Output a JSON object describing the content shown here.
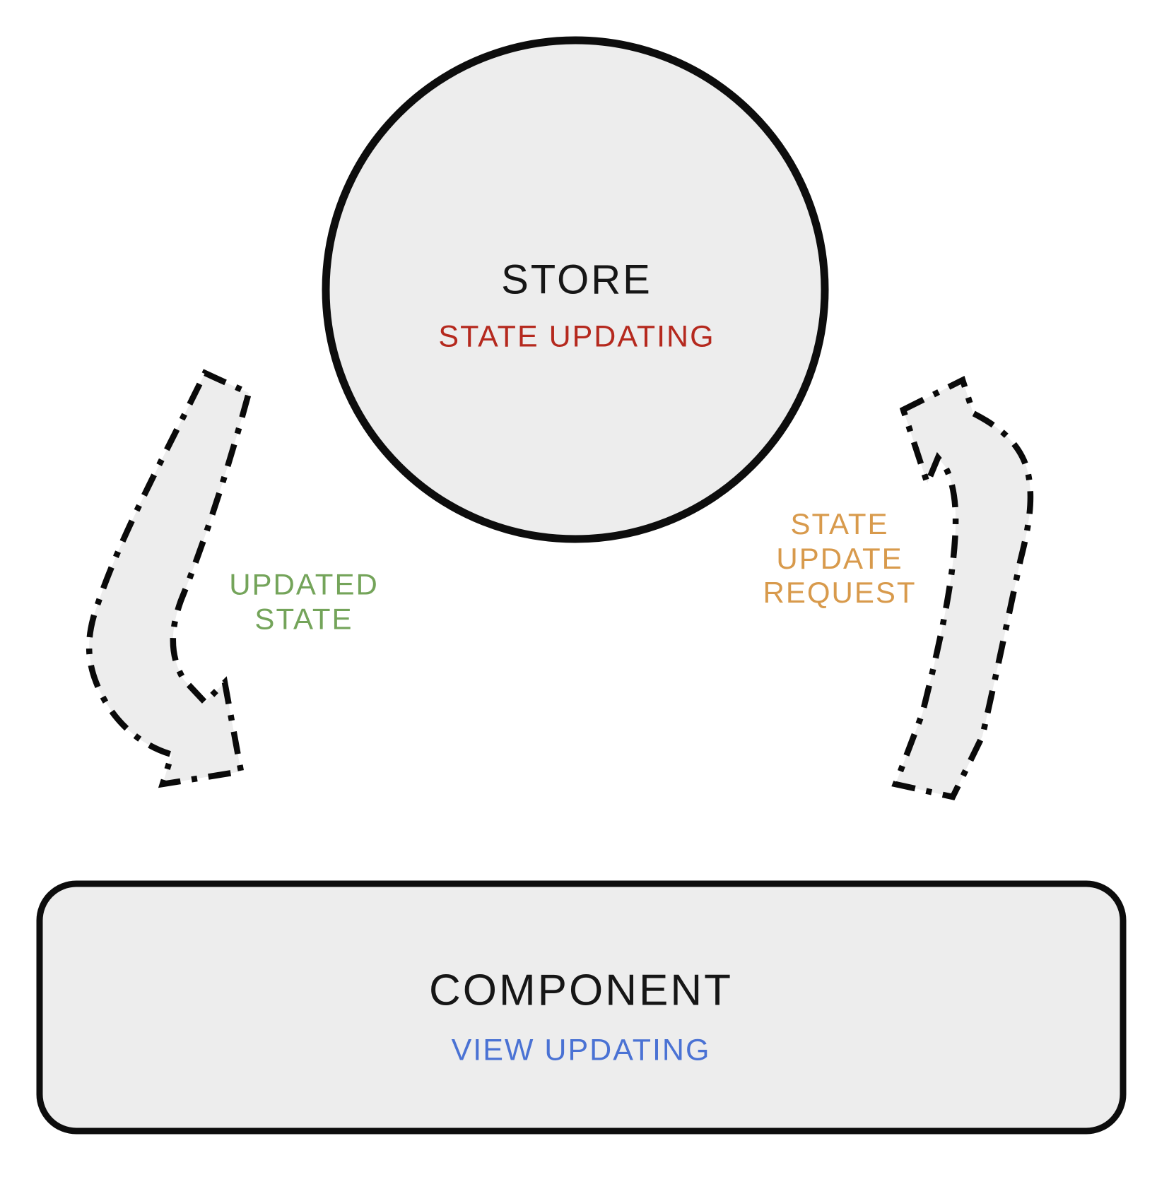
{
  "diagram": {
    "colors": {
      "shape_fill": "#ededed",
      "outline": "#0d0d0d",
      "store_subtitle": "#b5291e",
      "component_subtitle": "#4a72d4",
      "left_arrow_label": "#74a45a",
      "right_arrow_label": "#d89a4c"
    },
    "store": {
      "title": "STORE",
      "subtitle": "STATE UPDATING"
    },
    "component": {
      "title": "COMPONENT",
      "subtitle": "VIEW UPDATING"
    },
    "left_arrow": {
      "direction": "store-to-component",
      "label_line1": "UPDATED",
      "label_line2": "STATE"
    },
    "right_arrow": {
      "direction": "component-to-store",
      "label_line1": "STATE",
      "label_line2": "UPDATE",
      "label_line3": "REQUEST"
    }
  }
}
